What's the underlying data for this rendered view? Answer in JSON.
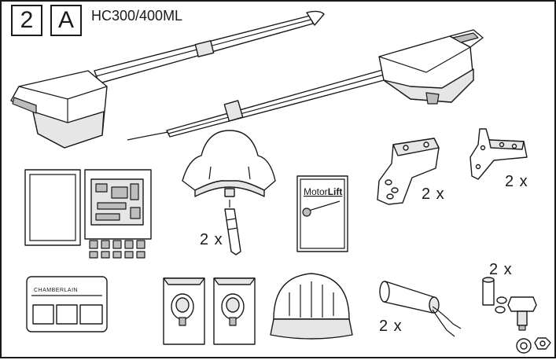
{
  "header": {
    "step_number": "2",
    "step_letter": "A",
    "model": "HC300/400ML"
  },
  "labels": {
    "brand": "CHAMBERLAIN",
    "manual_title_plain": "Motor",
    "manual_title_bold": "Lift"
  },
  "quantities": {
    "gate_cap": "2 x",
    "bracket_a": "2 x",
    "bracket_b": "2 x",
    "capacitor": "2 x",
    "hardware": "2 x"
  }
}
